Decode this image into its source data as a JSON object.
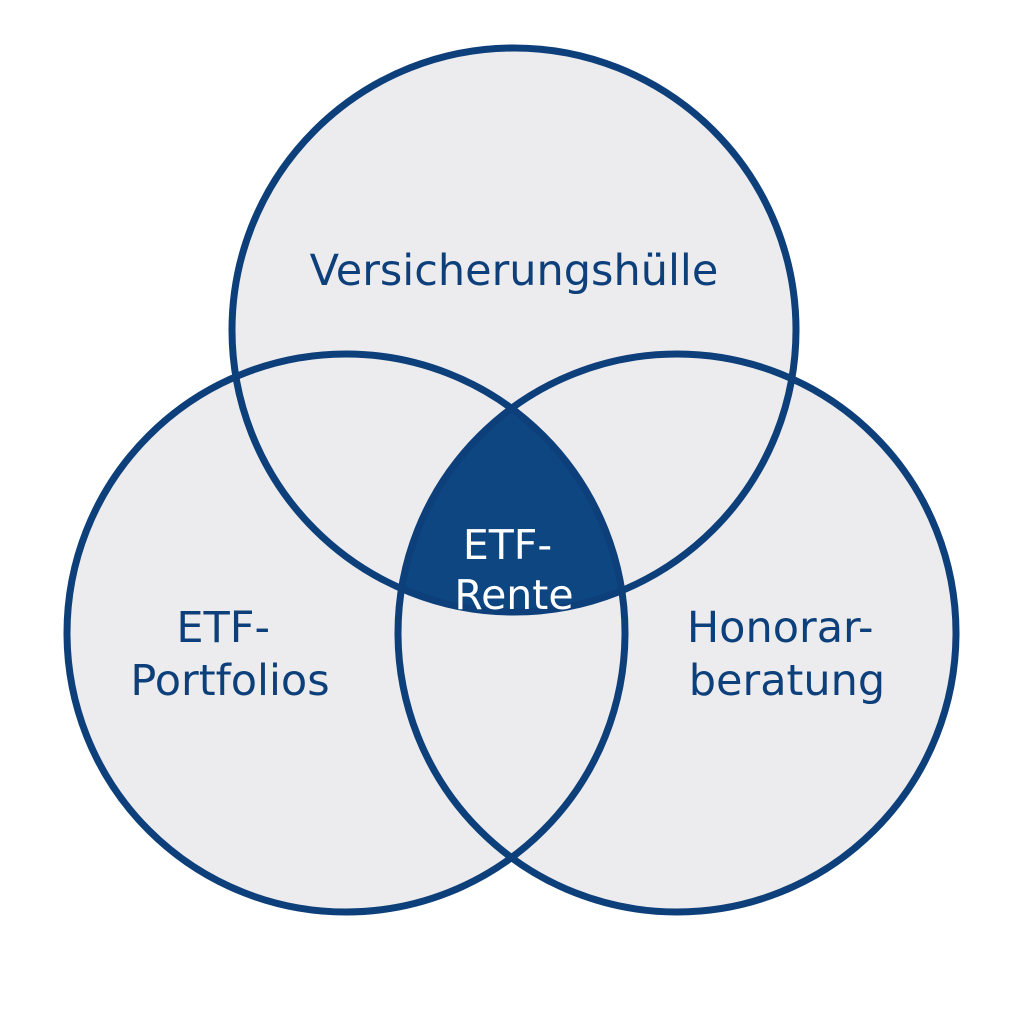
{
  "colors": {
    "stroke": "#0d3f7a",
    "circle_fill": "#ececee",
    "center_fill": "#0d4680",
    "set_text": "#0d3f7a",
    "center_text": "#ffffff",
    "background": "#ffffff"
  },
  "sets": {
    "top": {
      "lines": [
        "Versicherungshülle"
      ]
    },
    "left": {
      "lines": [
        "ETF-",
        "Portfolios"
      ]
    },
    "right": {
      "lines": [
        "Honorar-",
        "beratung"
      ]
    }
  },
  "intersection": {
    "lines": [
      "ETF-",
      "Rente"
    ]
  }
}
